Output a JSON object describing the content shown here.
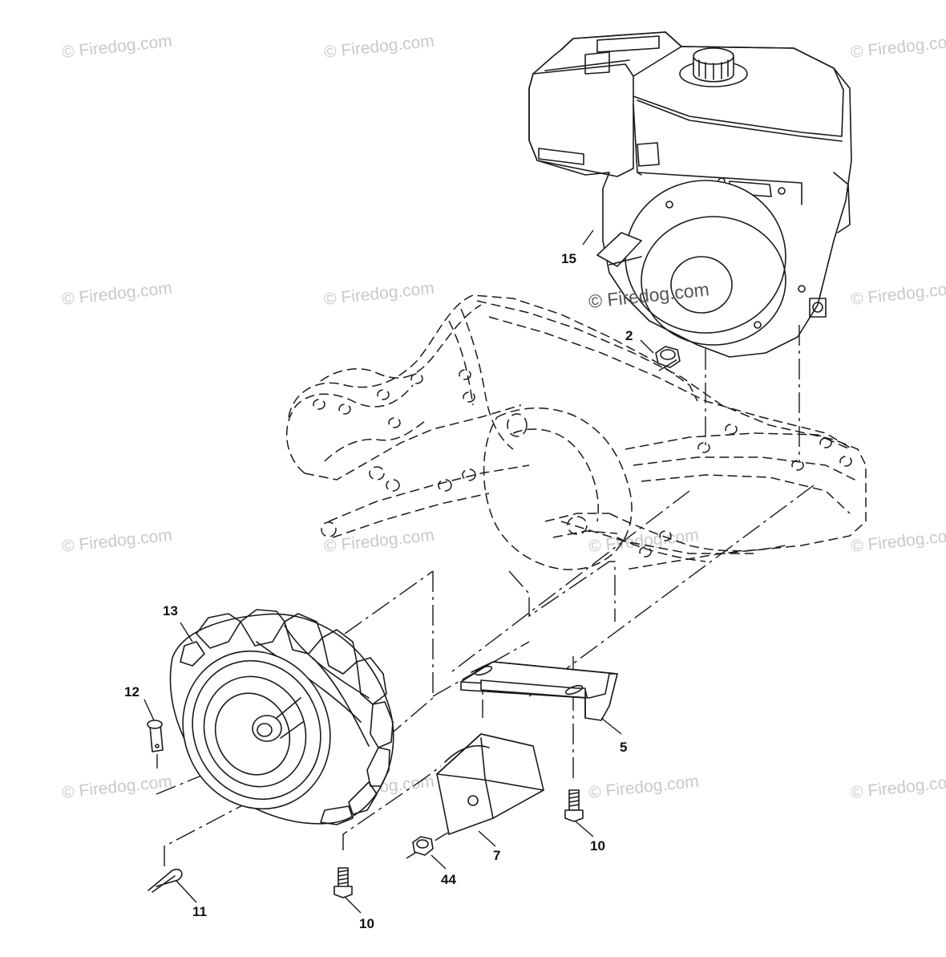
{
  "watermark": {
    "text": "© Firedog.com",
    "color": "#c9c9c9"
  },
  "callouts": {
    "p15": "15",
    "p2": "2",
    "p13": "13",
    "p12": "12",
    "p5": "5",
    "p7": "7",
    "p10a": "10",
    "p10b": "10",
    "p44": "44",
    "p11": "11"
  }
}
